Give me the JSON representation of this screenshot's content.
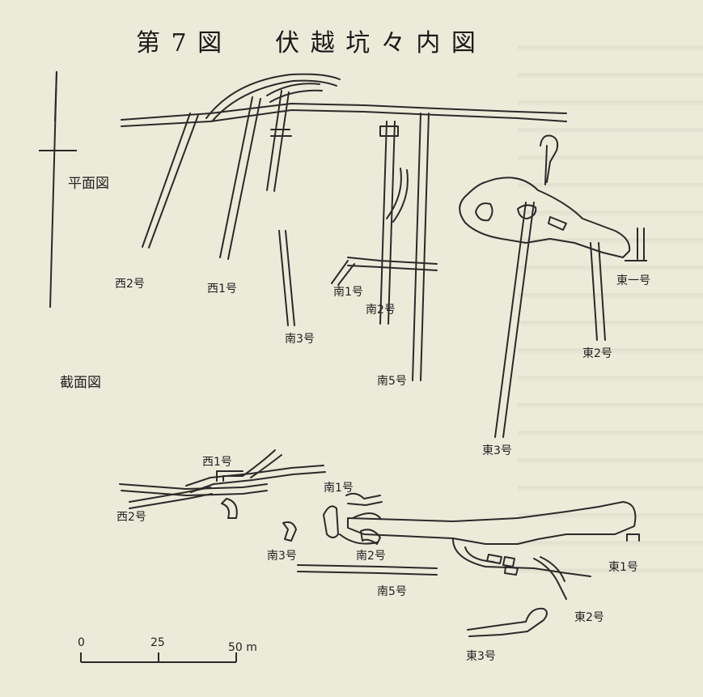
{
  "title": "第 7 図　　伏 越 坑 々 内 図",
  "labels": {
    "plan_view": "平面図",
    "section_view": "截面図"
  },
  "plan_levels": {
    "west2": "西2号",
    "west1": "西1号",
    "south1": "南1号",
    "south2": "南2号",
    "south3": "南3号",
    "south5": "南5号",
    "east1": "東一号",
    "east2": "東2号",
    "east3": "東3号"
  },
  "section_levels": {
    "west1": "西1号",
    "west2": "西2号",
    "south1": "南1号",
    "south3": "南3号",
    "south2": "南2号",
    "south5": "南5号",
    "east1": "東1号",
    "east2": "東2号",
    "east3": "東3号"
  },
  "scale": {
    "zero": "0",
    "mid": "25",
    "end": "50 m"
  }
}
